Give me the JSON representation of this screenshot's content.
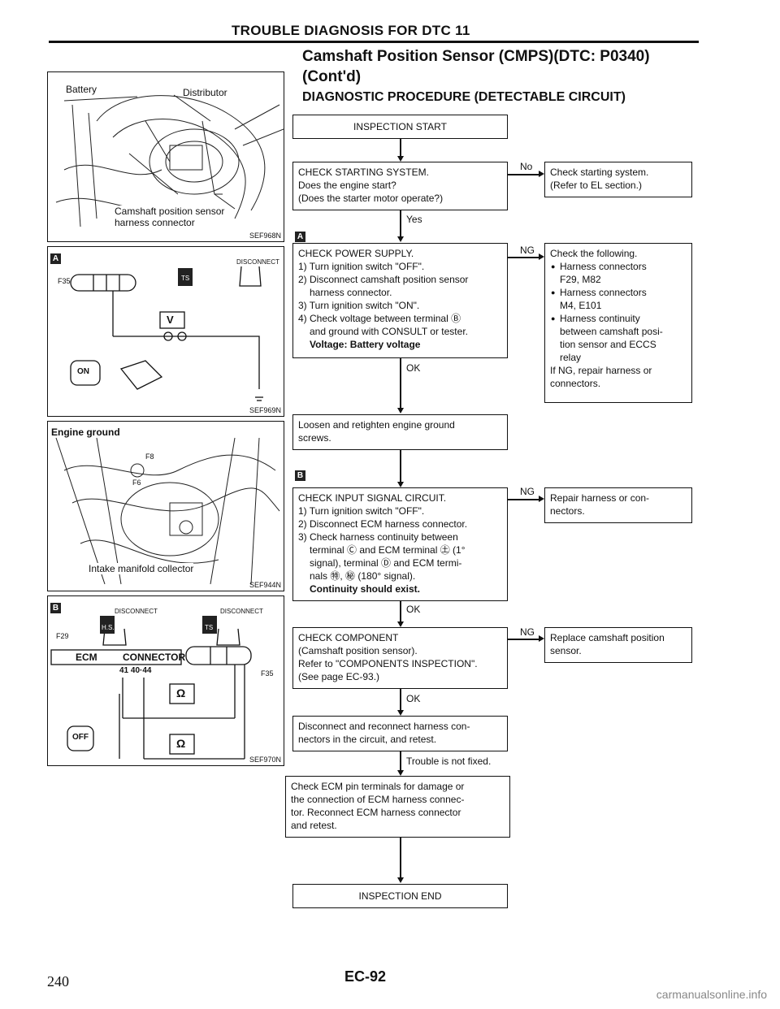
{
  "header": "TROUBLE DIAGNOSIS FOR DTC 11",
  "subtitle_line1": "Camshaft Position Sensor (CMPS)(DTC: P0340)",
  "subtitle_line2": "(Cont'd)",
  "procedure_title": "DIAGNOSTIC PROCEDURE (DETECTABLE CIRCUIT)",
  "illustrations": {
    "ill1": {
      "code": "SEF968N",
      "battery": "Battery",
      "distributor": "Distributor",
      "sensor_line1": "Camshaft position sensor",
      "sensor_line2": "harness connector"
    },
    "ill2": {
      "badge": "A",
      "code": "SEF969N",
      "disconnect": "DISCONNECT",
      "connector": "F35",
      "meter": "V",
      "ts": "TS",
      "on": "ON"
    },
    "ill3": {
      "code": "SEF944N",
      "ground": "Engine ground",
      "f8": "F8",
      "f6": "F6",
      "collector": "Intake manifold collector"
    },
    "ill4": {
      "badge": "B",
      "code": "SEF970N",
      "disconnect1": "DISCONNECT",
      "disconnect2": "DISCONNECT",
      "hs": "H.S.",
      "ts": "TS",
      "f29": "F29",
      "f35": "F35",
      "ecm": "ECM",
      "connector": "CONNECTOR",
      "pins": "41  40·44",
      "ohm1": "Ω",
      "ohm2": "Ω",
      "off": "OFF"
    }
  },
  "flow": {
    "start": "INSPECTION START",
    "step1": {
      "title": "CHECK STARTING SYSTEM.",
      "l1": "Does the engine start?",
      "l2": "(Does the starter motor operate?)"
    },
    "no": "No",
    "no_box": {
      "l1": "Check starting system.",
      "l2": "(Refer to EL section.)"
    },
    "yes": "Yes",
    "badge_a": "A",
    "step2": {
      "title": "CHECK POWER SUPPLY.",
      "l1": "1) Turn ignition switch \"OFF\".",
      "l2": "2) Disconnect camshaft position sensor",
      "l3": "harness connector.",
      "l4": "3) Turn ignition switch \"ON\".",
      "l5": "4) Check voltage between terminal Ⓑ",
      "l6": "and ground with CONSULT or tester.",
      "l7": "Voltage: Battery voltage"
    },
    "ng1": "NG",
    "ng1_box": {
      "title": "Check the following.",
      "i1": "Harness connectors",
      "i1b": "F29, M82",
      "i2": "Harness connectors",
      "i2b": "M4, E101",
      "i3": "Harness continuity",
      "i3b": "between camshaft posi-",
      "i3c": "tion sensor and ECCS",
      "i3d": "relay",
      "f1": "If NG, repair harness or",
      "f2": "connectors."
    },
    "ok1": "OK",
    "step3": {
      "l1": "Loosen and retighten engine ground",
      "l2": "screws."
    },
    "badge_b": "B",
    "step4": {
      "title": "CHECK INPUT SIGNAL CIRCUIT.",
      "l1": "1) Turn ignition switch \"OFF\".",
      "l2": "2) Disconnect ECM harness connector.",
      "l3": "3) Check harness continuity between",
      "l4": "terminal Ⓒ and ECM terminal ㊏ (1°",
      "l5": "signal), terminal Ⓓ and ECM termi-",
      "l6": "nals ㊕, ㊙ (180° signal).",
      "l7": "Continuity should exist."
    },
    "ng2": "NG",
    "ng2_box": {
      "l1": "Repair harness or con-",
      "l2": "nectors."
    },
    "ok2": "OK",
    "step5": {
      "title": "CHECK COMPONENT",
      "l1": "(Camshaft position sensor).",
      "l2": "Refer to \"COMPONENTS INSPECTION\".",
      "l3": "(See page EC-93.)"
    },
    "ng3": "NG",
    "ng3_box": {
      "l1": "Replace camshaft position",
      "l2": "sensor."
    },
    "ok3": "OK",
    "step6": {
      "l1": "Disconnect and reconnect harness con-",
      "l2": "nectors in the circuit, and retest."
    },
    "not_fixed": "Trouble is not fixed.",
    "step7": {
      "l1": "Check ECM pin terminals for damage or",
      "l2": "the connection of ECM harness connec-",
      "l3": "tor. Reconnect ECM harness connector",
      "l4": "and retest."
    },
    "end": "INSPECTION END"
  },
  "page_number": "240",
  "page_code": "EC-92",
  "watermark": "carmanualsonline.info"
}
